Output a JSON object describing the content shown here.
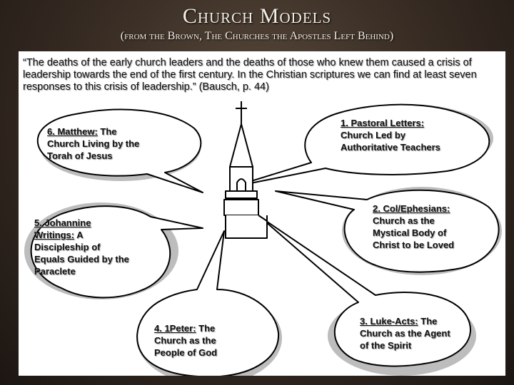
{
  "title": "Church Models",
  "subtitle": "(from the Brown, The Churches the Apostles Left Behind)",
  "quote": "“The deaths of the early church leaders and the deaths of those who knew them caused a crisis of leadership towards the end of the first century. In the Christian scriptures we can find at least seven responses to this crisis of leadership.” (Bausch, p. 44)",
  "bubbles": [
    {
      "heading": "1. Pastoral Letters:",
      "body": "Church Led by Authoritative Teachers"
    },
    {
      "heading": "2. Col/Ephesians:",
      "body": "Church as the Mystical Body of Christ to be Loved"
    },
    {
      "heading": "3. Luke-Acts:",
      "body": "The Church as the Agent of the Spirit"
    },
    {
      "heading": "4. 1Peter:",
      "body": "The Church as the People of God"
    },
    {
      "heading": "5. Johannine Writings:",
      "body": "A Discipleship of Equals Guided by the Paraclete"
    },
    {
      "heading": "6. Matthew:",
      "body": "The Church Living by the Torah of Jesus"
    }
  ]
}
